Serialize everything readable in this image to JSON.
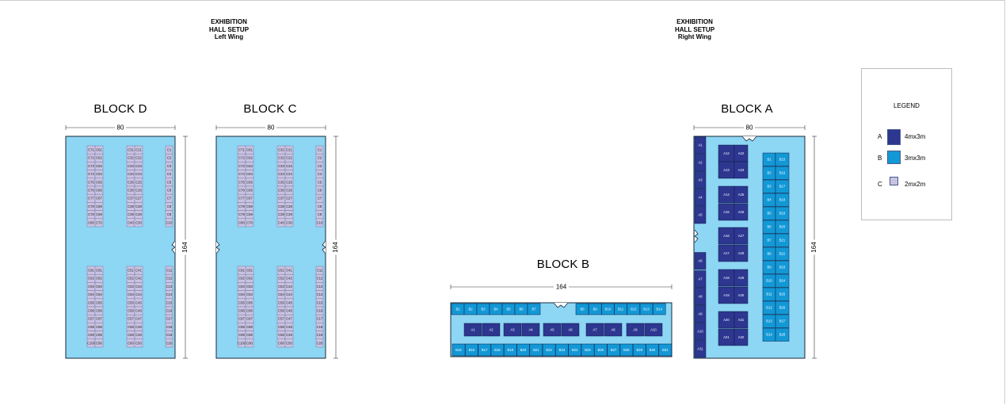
{
  "header_left": {
    "line1": "EXHIBITION",
    "line2": "HALL SETUP",
    "line3": "Left Wing"
  },
  "header_right": {
    "line1": "EXHIBITION",
    "line2": "HALL SETUP",
    "line3": "Right Wing"
  },
  "blocks": {
    "d": {
      "title": "BLOCK D",
      "width": "80",
      "height": "164"
    },
    "c": {
      "title": "BLOCK C",
      "width": "80",
      "height": "164"
    },
    "b": {
      "title": "BLOCK B",
      "width": "164"
    },
    "a": {
      "title": "BLOCK A",
      "width": "80",
      "height": "164"
    }
  },
  "legend": {
    "title": "LEGEND",
    "items": [
      {
        "key": "A",
        "label": "4mx3m",
        "color": "#2d3790"
      },
      {
        "key": "B",
        "label": "3mx3m",
        "color": "#1398d6"
      },
      {
        "key": "C",
        "label": "2mx2m",
        "color": "#c9c3e3"
      }
    ]
  },
  "colors": {
    "hall": "#8dd6f4",
    "boothA": "#2d3790",
    "boothB": "#1398d6",
    "boothC": "#c9c3e3",
    "border": "#1a2a3a"
  }
}
